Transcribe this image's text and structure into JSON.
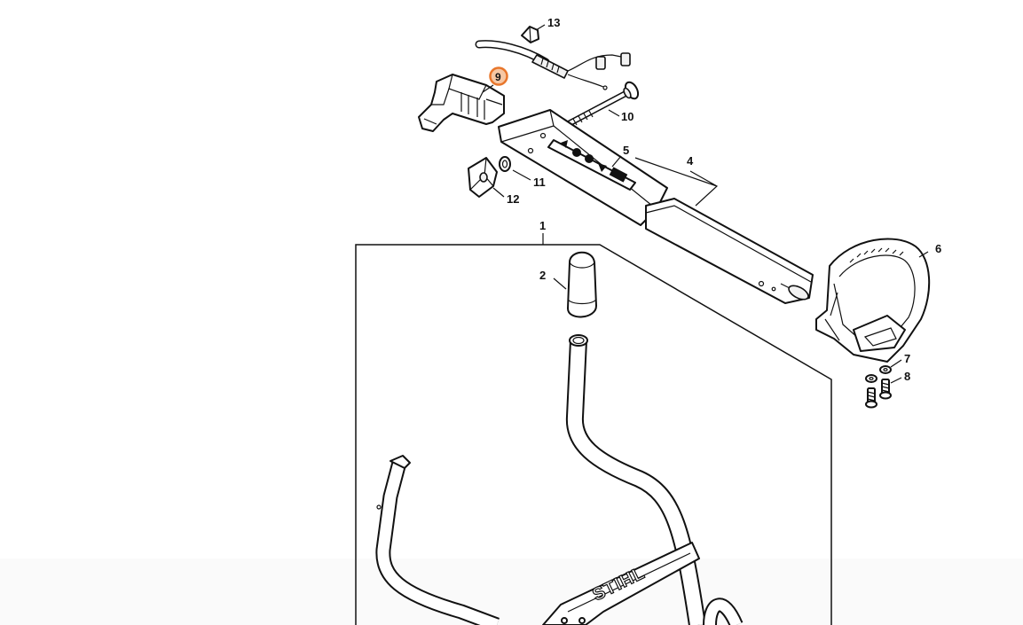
{
  "diagram": {
    "brand_text": "STIHL",
    "highlight_color": "#e8762b",
    "callouts": [
      {
        "id": "c1",
        "label": "1"
      },
      {
        "id": "c2",
        "label": "2"
      },
      {
        "id": "c4",
        "label": "4"
      },
      {
        "id": "c5",
        "label": "5"
      },
      {
        "id": "c6",
        "label": "6"
      },
      {
        "id": "c7",
        "label": "7"
      },
      {
        "id": "c8",
        "label": "8"
      },
      {
        "id": "c9",
        "label": "9",
        "highlighted": true
      },
      {
        "id": "c10",
        "label": "10"
      },
      {
        "id": "c11",
        "label": "11"
      },
      {
        "id": "c12",
        "label": "12"
      },
      {
        "id": "c13",
        "label": "13"
      }
    ]
  }
}
